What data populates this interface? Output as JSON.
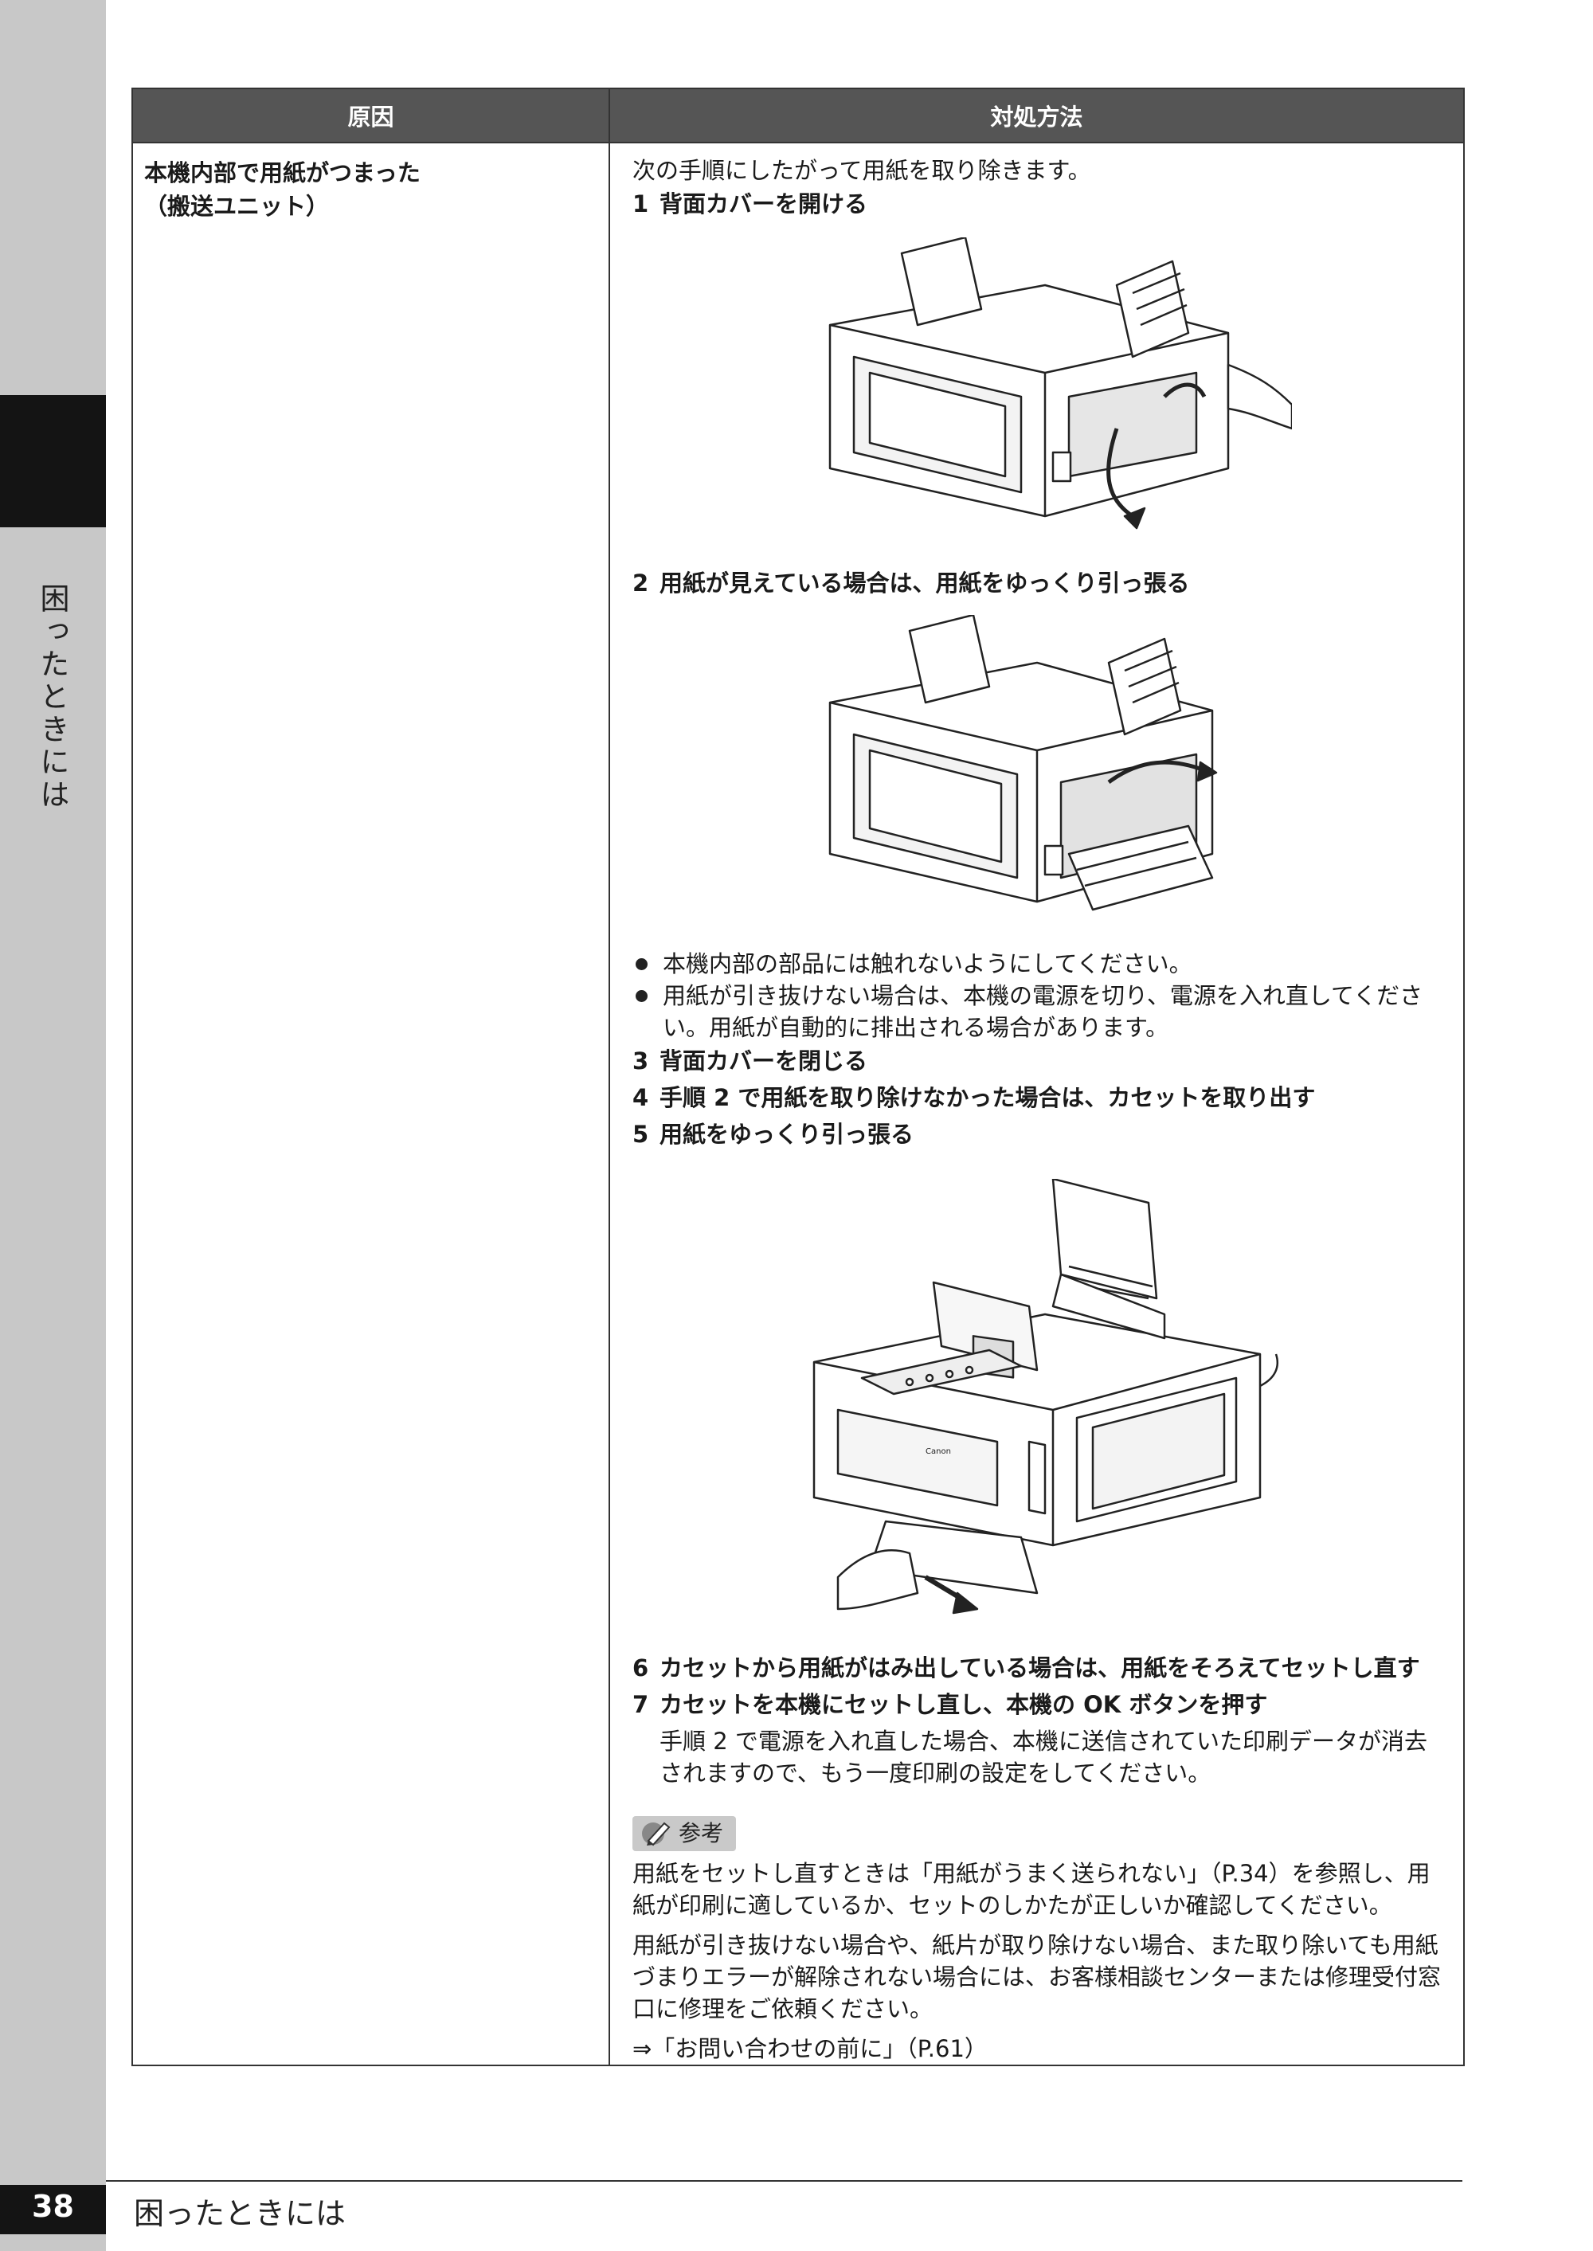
{
  "sidebar": {
    "section_label": "困ったときには"
  },
  "footer": {
    "page_number": "38",
    "title": "困ったときには"
  },
  "table": {
    "headers": {
      "cause": "原因",
      "remedy": "対処方法"
    },
    "cause": {
      "line1": "本機内部で用紙がつまった",
      "line2": "（搬送ユニット）"
    },
    "remedy": {
      "intro": "次の手順にしたがって用紙を取り除きます。",
      "steps": [
        {
          "num": "1",
          "text": "背面カバーを開ける"
        },
        {
          "num": "2",
          "text": "用紙が見えている場合は、用紙をゆっくり引っ張る"
        },
        {
          "num": "3",
          "text": "背面カバーを閉じる"
        },
        {
          "num": "4",
          "text": "手順 2 で用紙を取り除けなかった場合は、カセットを取り出す"
        },
        {
          "num": "5",
          "text": "用紙をゆっくり引っ張る"
        },
        {
          "num": "6",
          "text": "カセットから用紙がはみ出している場合は、用紙をそろえてセットし直す"
        },
        {
          "num": "7",
          "text": "カセットを本機にセットし直し、本機の OK ボタンを押す"
        }
      ],
      "bullets": [
        "本機内部の部品には触れないようにしてください。",
        "用紙が引き抜けない場合は、本機の電源を切り、電源を入れ直してください。用紙が自動的に排出される場合があります。"
      ],
      "step7_note": "手順 2 で電源を入れ直した場合、本機に送信されていた印刷データが消去されますので、もう一度印刷の設定をしてください。",
      "reference": {
        "label": "参考",
        "para1": "用紙をセットし直すときは「用紙がうまく送られない」（P.34）を参照し、用紙が印刷に適しているか、セットのしかたが正しいか確認してください。",
        "para2": "用紙が引き抜けない場合や、紙片が取り除けない場合、また取り除いても用紙づまりエラーが解除されない場合には、お客様相談センターまたは修理受付窓口に修理をご依頼ください。",
        "link": "⇒「お問い合わせの前に」（P.61）"
      },
      "printer_logo": "Canon"
    }
  }
}
